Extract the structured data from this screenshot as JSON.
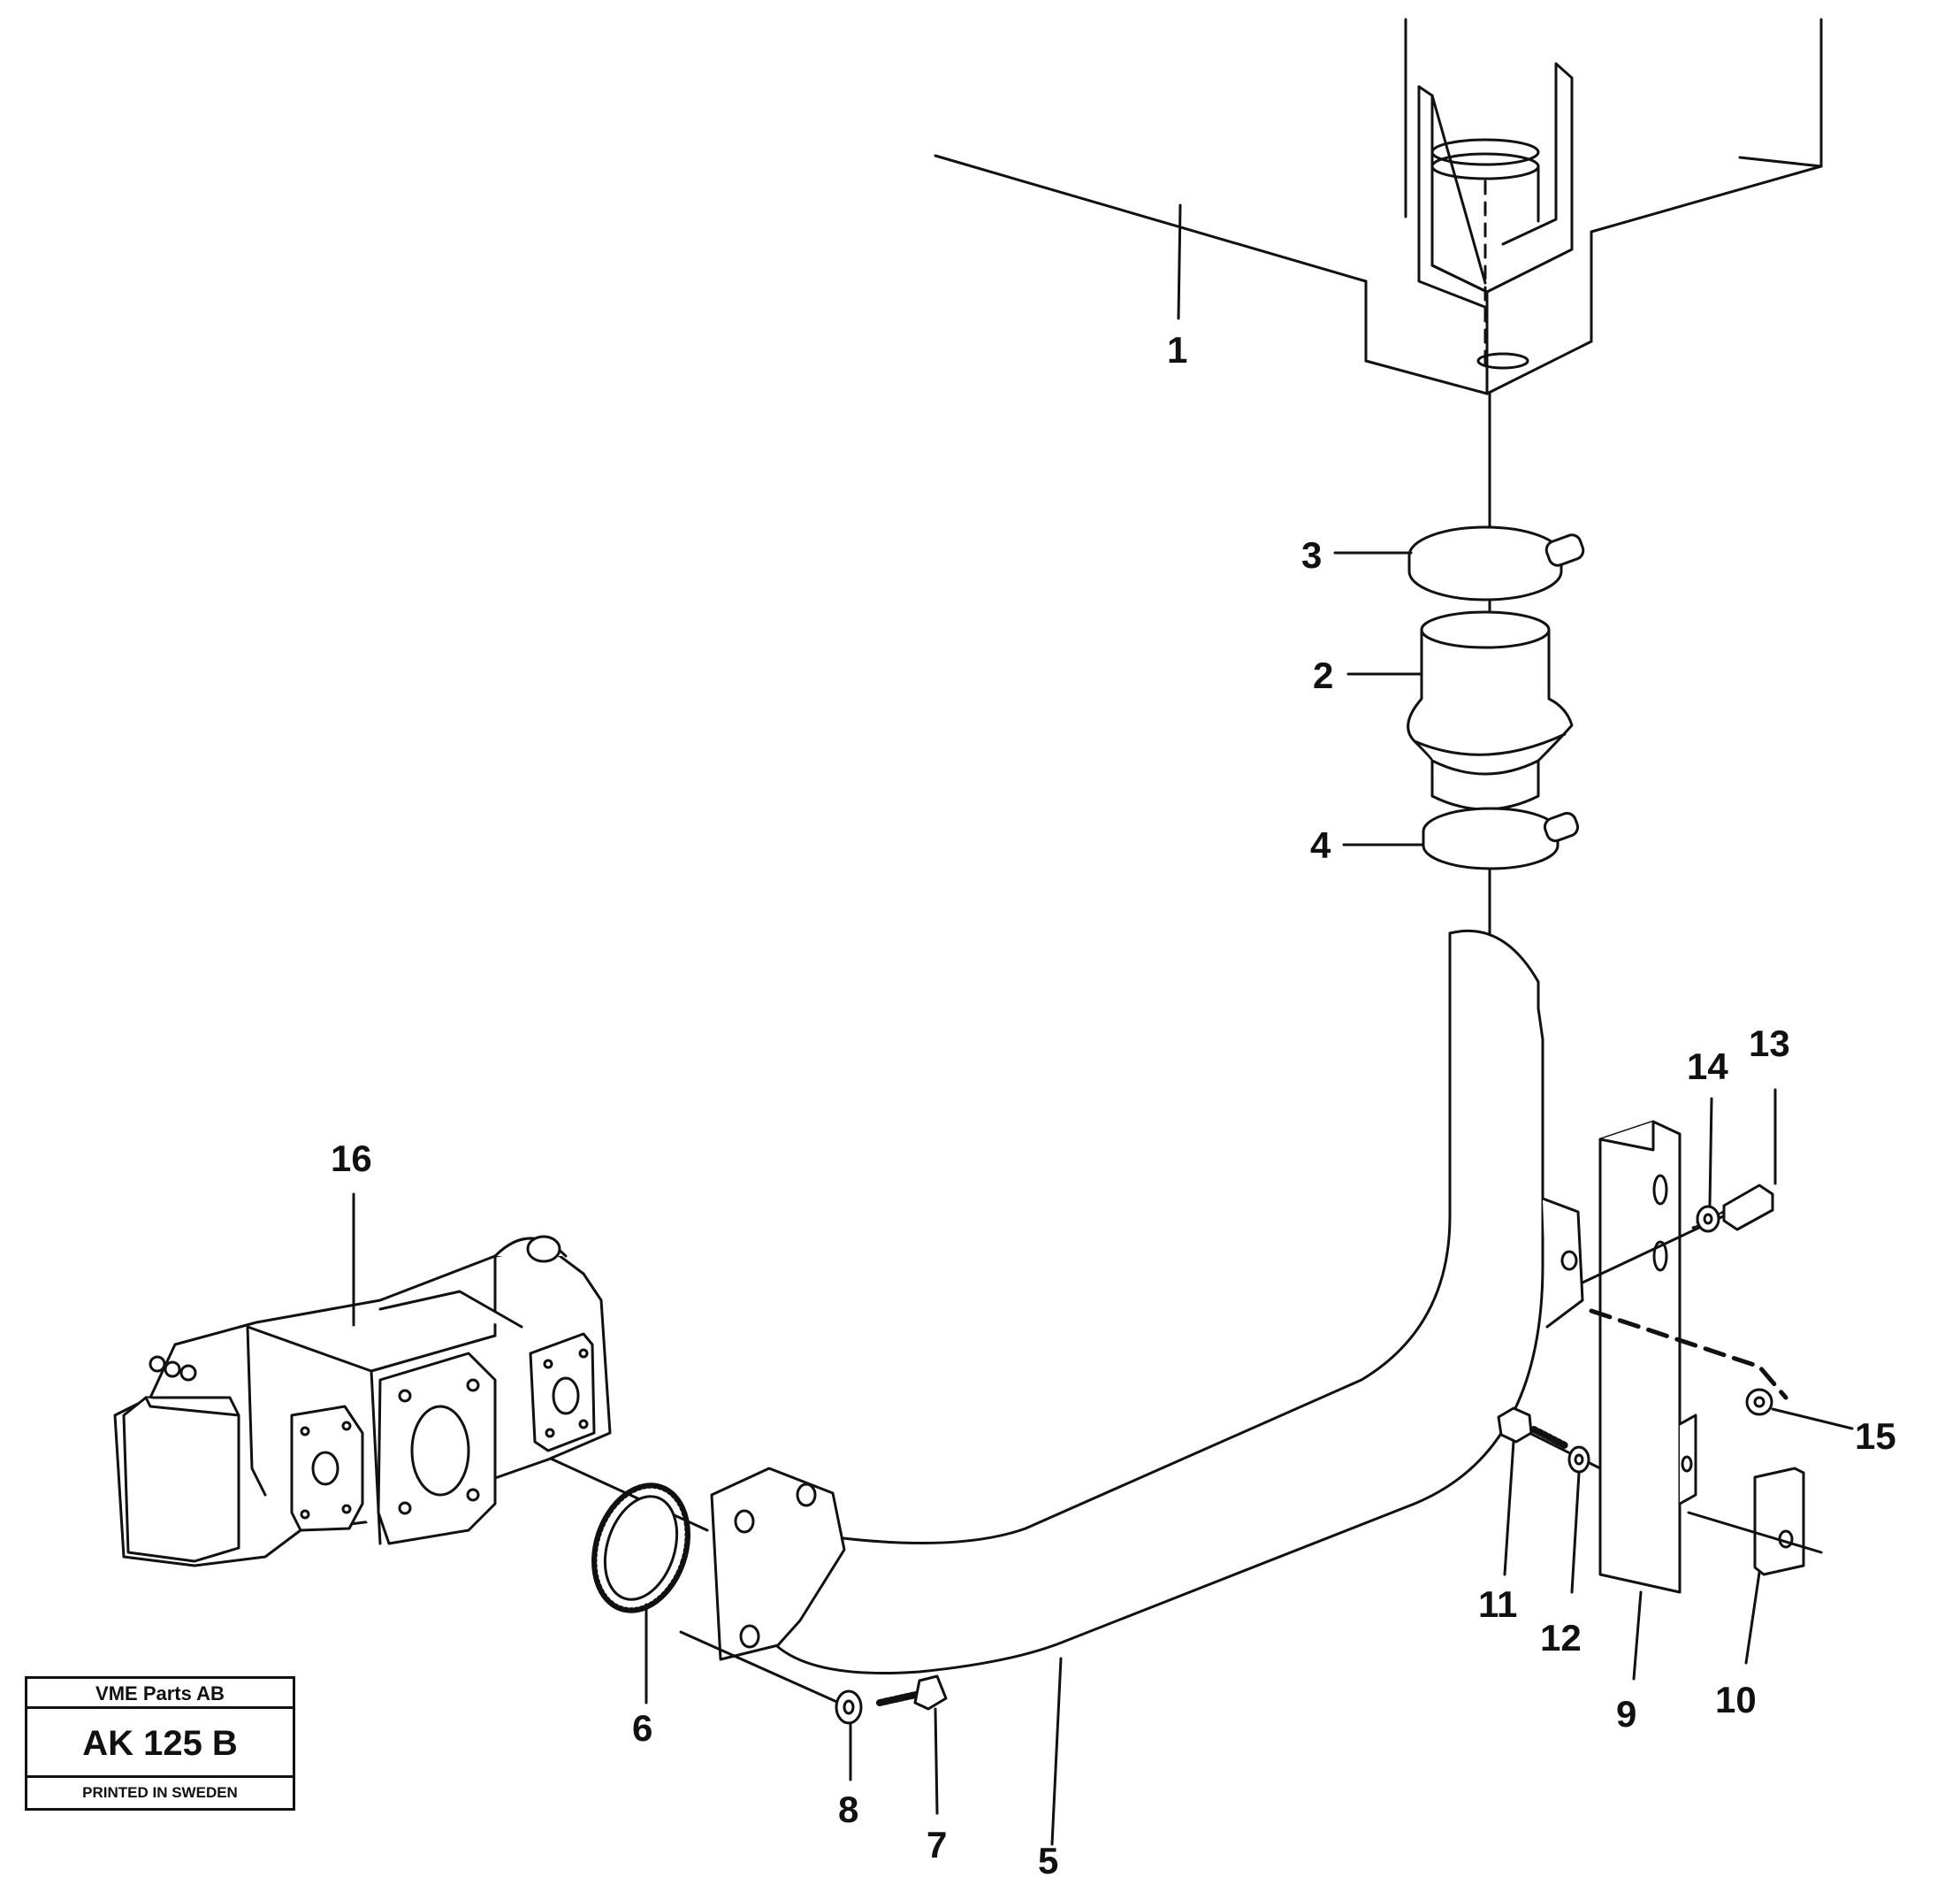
{
  "diagram": {
    "part_numbers": [
      "1",
      "2",
      "3",
      "4",
      "5",
      "6",
      "7",
      "8",
      "9",
      "10",
      "11",
      "12",
      "13",
      "14",
      "15",
      "16"
    ]
  },
  "title_block": {
    "company": "VME Parts AB",
    "code": "AK 125 B",
    "printed": "PRINTED IN SWEDEN"
  },
  "colors": {
    "ink": "#111111",
    "background": "#ffffff"
  }
}
